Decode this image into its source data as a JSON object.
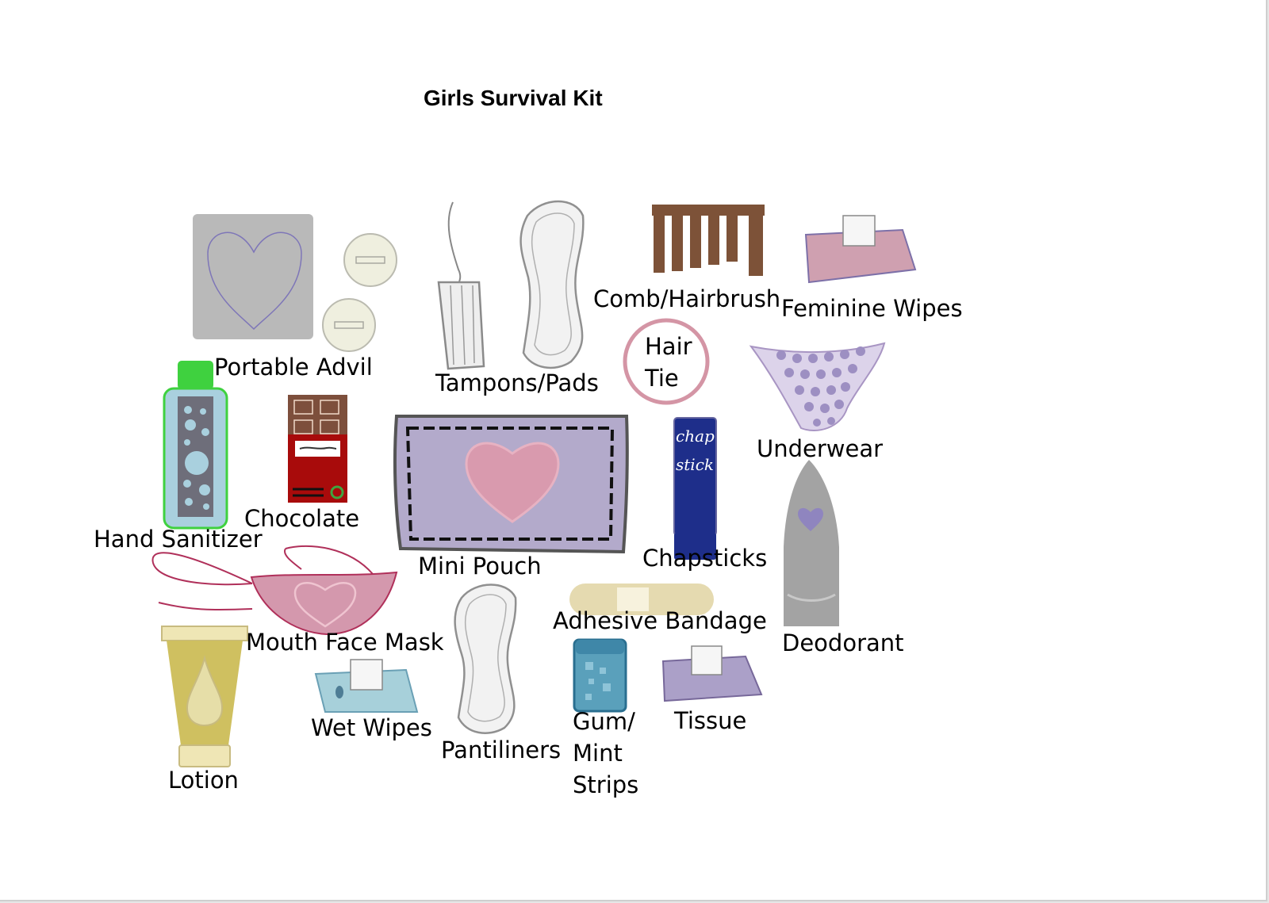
{
  "title": "Girls Survival Kit",
  "items": {
    "portable_advil": "Portable Advil",
    "tampons_pads": "Tampons/Pads",
    "comb_hairbrush": "Comb/Hairbrush",
    "feminine_wipes": "Feminine Wipes",
    "hair_tie_line1": "Hair",
    "hair_tie_line2": "Tie",
    "underwear": "Underwear",
    "hand_sanitizer": "Hand Sanitizer",
    "chocolate": "Chocolate",
    "mini_pouch": "Mini Pouch",
    "chapsticks": "Chapsticks",
    "chapstick_label_line1": "chap",
    "chapstick_label_line2": "stick",
    "deodorant": "Deodorant",
    "adhesive_bandage": "Adhesive Bandage",
    "mouth_face_mask": "Mouth Face Mask",
    "lotion": "Lotion",
    "wet_wipes": "Wet Wipes",
    "pantiliners": "Pantiliners",
    "gum_line1": "Gum/",
    "gum_line2": "Mint",
    "gum_line3": "Strips",
    "tissue": "Tissue"
  },
  "colors": {
    "comb": "#7d5238",
    "pouch": "#b3aacb",
    "heart_pink": "#d99aae",
    "chapstick": "#1e2e8a",
    "hand_sanitizer_cap": "#3fd13f",
    "chocolate_wrapper": "#a80b0b",
    "lotion": "#cfc060",
    "deodorant": "#a3a3a3",
    "feminine_wipes": "#cfa0b0",
    "tissue": "#aba0c8",
    "wet_wipes": "#a7d0da",
    "gum": "#5aa0bb",
    "mask": "#d498ad"
  }
}
